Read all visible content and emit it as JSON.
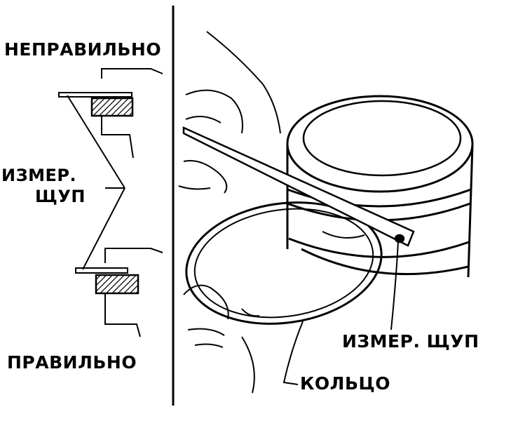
{
  "labels": {
    "incorrect": "НЕПРАВИЛЬНО",
    "gauge_left_line1": "ИЗМЕР.",
    "gauge_left_line2": "ЩУП",
    "correct": "ПРАВИЛЬНО",
    "gauge_right": "ИЗМЕР. ЩУП",
    "ring": "КОЛЬЦО"
  },
  "colors": {
    "ink": "#000000",
    "paper": "#ffffff"
  }
}
